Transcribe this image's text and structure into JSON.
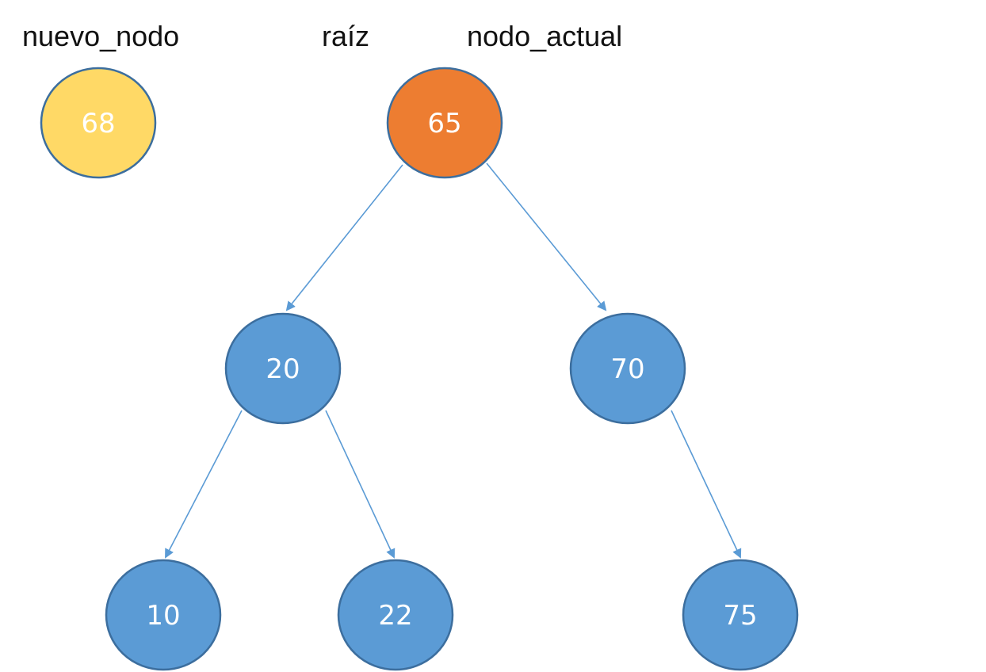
{
  "labels": {
    "new_node": "nuevo_nodo",
    "root": "raíz",
    "current_node": "nodo_actual"
  },
  "colors": {
    "new_node_fill": "#ffd966",
    "new_node_stroke": "#3c6e9e",
    "current_fill": "#ed7d31",
    "current_stroke": "#3c6e9e",
    "node_fill": "#5b9bd5",
    "node_stroke": "#3c6e9e",
    "edge": "#5b9bd5"
  },
  "new_node": {
    "value": "68"
  },
  "tree": {
    "nodes": [
      {
        "id": "n65",
        "value": "65",
        "role": "current"
      },
      {
        "id": "n20",
        "value": "20",
        "role": "normal"
      },
      {
        "id": "n70",
        "value": "70",
        "role": "normal"
      },
      {
        "id": "n10",
        "value": "10",
        "role": "normal"
      },
      {
        "id": "n22",
        "value": "22",
        "role": "normal"
      },
      {
        "id": "n75",
        "value": "75",
        "role": "normal"
      }
    ],
    "edges": [
      {
        "from": "n65",
        "to": "n20"
      },
      {
        "from": "n65",
        "to": "n70"
      },
      {
        "from": "n20",
        "to": "n10"
      },
      {
        "from": "n20",
        "to": "n22"
      },
      {
        "from": "n70",
        "to": "n75"
      }
    ]
  }
}
